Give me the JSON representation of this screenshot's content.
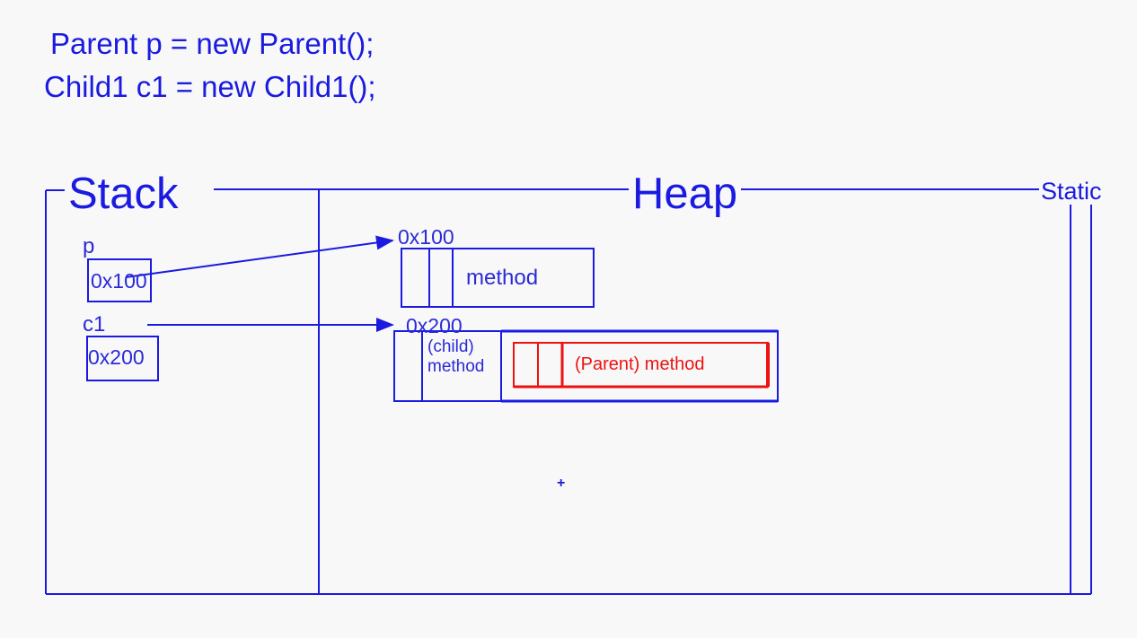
{
  "code": {
    "line1": "Parent p = new Parent();",
    "line2": "Child1 c1 = new Child1();"
  },
  "sections": {
    "stack": "Stack",
    "heap": "Heap",
    "static": "Static"
  },
  "stack": {
    "p": {
      "name": "p",
      "value": "0x100"
    },
    "c1": {
      "name": "c1",
      "value": "0x200"
    }
  },
  "heap": {
    "parent_object": {
      "address": "0x100",
      "label": "method"
    },
    "child_object": {
      "address": "0x200",
      "child_label": "(child)",
      "child_method": "method",
      "parent_part_label": "(Parent) method"
    }
  },
  "cursor": "+",
  "colors": {
    "primary": "#1a1ae0",
    "highlight": "#ee1111",
    "background": "#f8f8f8"
  }
}
